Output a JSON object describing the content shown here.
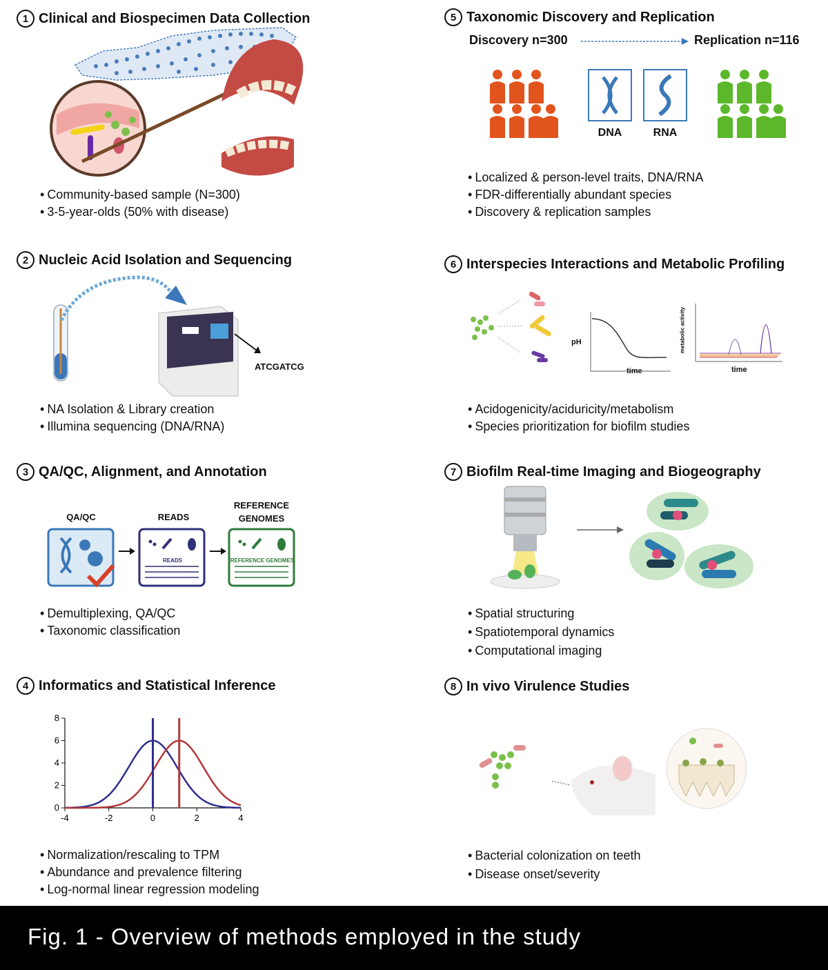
{
  "panels": [
    {
      "num": "1",
      "title": "Clinical and Biospecimen Data Collection",
      "bullets": [
        "Community-based sample (N=300)",
        "3-5-year-olds (50% with disease)"
      ]
    },
    {
      "num": "2",
      "title": "Nucleic Acid Isolation and Sequencing",
      "bullets": [
        "NA Isolation & Library creation",
        "Illumina sequencing (DNA/RNA)"
      ],
      "seq_label": "ATCGATCG"
    },
    {
      "num": "3",
      "title": "QA/QC, Alignment, and Annotation",
      "bullets": [
        "Demultiplexing, QA/QC",
        "Taxonomic classification"
      ],
      "box_titles": [
        "QA/QC",
        "READS",
        "REFERENCE GENOMES"
      ],
      "box_inner": [
        "READS",
        "REFERENCE GENOMES"
      ]
    },
    {
      "num": "4",
      "title": "Informatics and Statistical Inference",
      "bullets": [
        "Normalization/rescaling to TPM",
        "Abundance and prevalence filtering",
        "Log-normal linear regression modeling"
      ]
    },
    {
      "num": "5",
      "title": "Taxonomic Discovery and Replication",
      "bullets": [
        "Localized & person-level traits, DNA/RNA",
        "FDR-differentially abundant species",
        "Discovery & replication samples"
      ],
      "discovery": "Discovery n=300",
      "replication": "Replication n=116",
      "dna": "DNA",
      "rna": "RNA"
    },
    {
      "num": "6",
      "title": "Interspecies Interactions and Metabolic Profiling",
      "bullets": [
        "Acidogenicity/aciduricity/metabolism",
        "Species prioritization for biofilm studies"
      ],
      "ph_ylabel": "pH",
      "ph_xlabel": "time",
      "met_ylabel": "metabolic activity",
      "met_xlabel": "time"
    },
    {
      "num": "7",
      "title": "Biofilm Real-time Imaging and Biogeography",
      "bullets": [
        "Spatial structuring",
        "Spatiotemporal dynamics",
        "Computational imaging"
      ]
    },
    {
      "num": "8",
      "title": "In vivo Virulence Studies",
      "bullets": [
        "Bacterial colonization on teeth",
        "Disease onset/severity"
      ]
    }
  ],
  "caption": "Fig. 1 -  Overview of methods employed in the study",
  "colors": {
    "discovery": "#e2541d",
    "replication": "#5cb82a",
    "curve_blue": "#2e2f8e",
    "curve_red": "#b3373a",
    "dna_blue": "#3a78b8"
  },
  "chart_data": {
    "type": "line",
    "xlim": [
      -4,
      4
    ],
    "ylim": [
      0,
      8
    ],
    "xticks": [
      -4,
      -2,
      0,
      2,
      4
    ],
    "yticks": [
      0,
      2,
      4,
      6,
      8
    ],
    "series": [
      {
        "color": "#2e2f8e",
        "mean": 0,
        "peak": 6,
        "sd": 1.1
      },
      {
        "color": "#b3373a",
        "mean": 1.2,
        "peak": 6,
        "sd": 1.1
      }
    ],
    "vlines": [
      {
        "x": 0,
        "color": "#2e2f8e"
      },
      {
        "x": 1.2,
        "color": "#b3373a"
      }
    ]
  }
}
